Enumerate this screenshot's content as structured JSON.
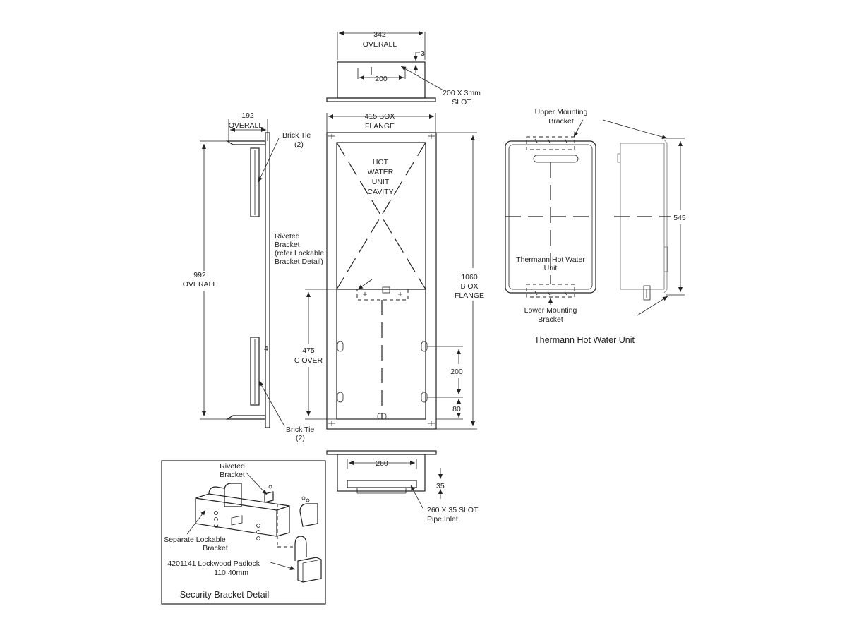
{
  "top_view": {
    "overall_value": "342",
    "overall_word": "OVERALL",
    "dim_3": "3",
    "dim_200": "200",
    "slot_size": "200 X 3mm",
    "slot_word": "SLOT"
  },
  "side_view": {
    "overall_value": "192",
    "overall_word": "OVERALL",
    "brick_tie_top": "Brick Tie",
    "brick_tie_top_qty": "(2)",
    "riveted_bracket_lines": [
      "Riveted",
      "Bracket",
      "(refer Lockable",
      "Bracket Detail)"
    ],
    "height_value": "992",
    "height_word": "OVERALL",
    "brick_tie_bottom": "Brick Tie",
    "brick_tie_bottom_qty": "(2)"
  },
  "front_view": {
    "flange_width": "415 BOX",
    "flange_word": "FLANGE",
    "cavity_lines": [
      "HOT",
      "WATER",
      "UNIT",
      "CAVITY"
    ],
    "height_lines": [
      "1060",
      "B OX",
      "FLANGE"
    ],
    "cover_value": "475",
    "cover_word": "C OVER",
    "dim_200": "200",
    "dim_80": "80"
  },
  "bottom_view": {
    "dim_260": "260",
    "dim_35": "35",
    "slot_size": "260 X 35 SLOT",
    "slot_word": "Pipe Inlet"
  },
  "thermann_unit": {
    "upper_bracket": "Upper Mounting",
    "upper_bracket_2": "Bracket",
    "unit_label_1": "Thermann Hot Water",
    "unit_label_2": "Unit",
    "lower_bracket": "Lower Mounting",
    "lower_bracket_2": "Bracket",
    "height_value": "545",
    "caption": "Thermann Hot Water Unit"
  },
  "security_detail": {
    "riveted_bracket_1": "Riveted",
    "riveted_bracket_2": "Bracket",
    "separate_lockable_1": "Separate Lockable",
    "separate_lockable_2": "Bracket",
    "padlock_1": "4201141 Lockwood Padlock",
    "padlock_2": "110 40mm",
    "caption": "Security Bracket Detail"
  }
}
